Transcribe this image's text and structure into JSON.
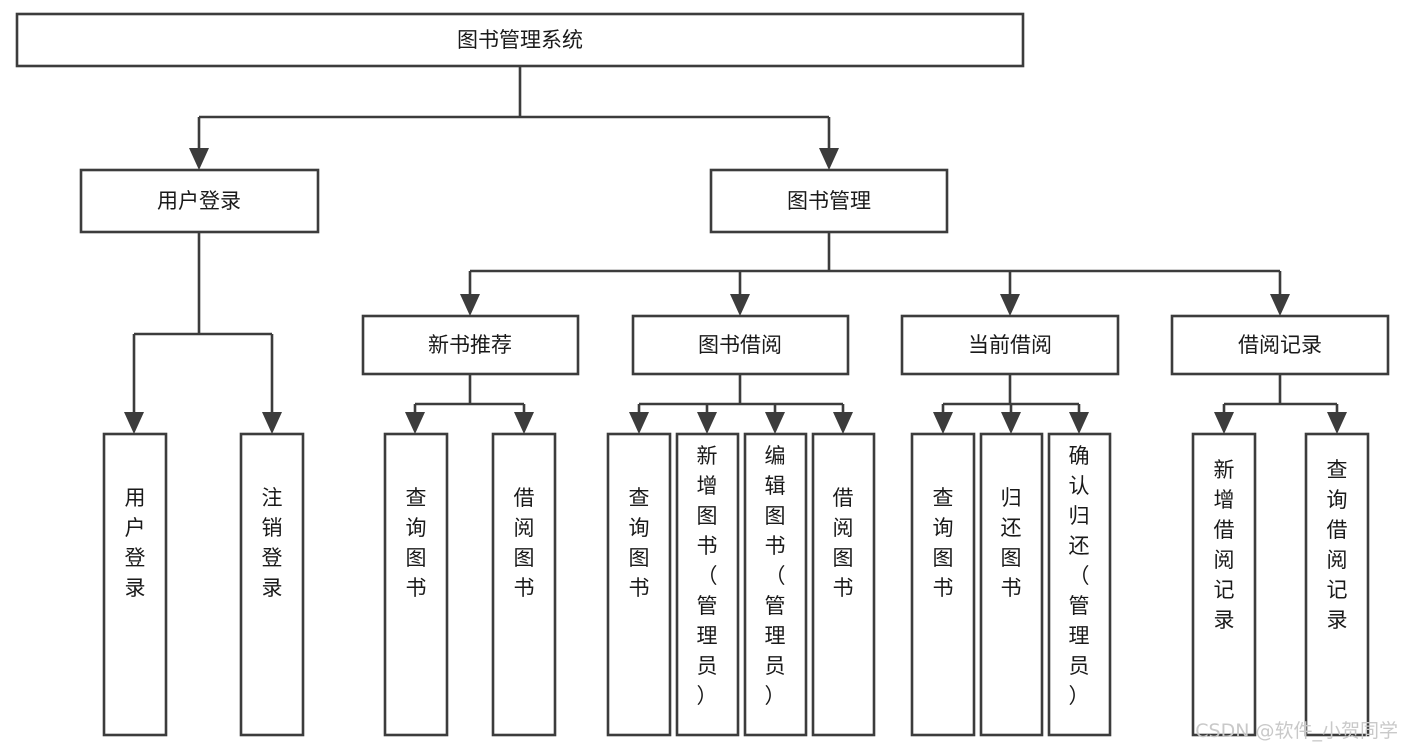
{
  "diagram": {
    "type": "tree-hierarchy",
    "title": "图书管理系统",
    "orientation": "top-down",
    "colors": {
      "box_fill": "#ffffff",
      "box_stroke": "#3c3c3c",
      "text": "#1a1a1a",
      "background": "#ffffff",
      "watermark": "#c9c9c9"
    },
    "root": {
      "label": "图书管理系统",
      "name": "root-node"
    },
    "level2": [
      {
        "label": "用户登录",
        "name": "node-user-login"
      },
      {
        "label": "图书管理",
        "name": "node-book-management"
      }
    ],
    "level3": [
      {
        "label": "新书推荐",
        "name": "node-new-book-recommend"
      },
      {
        "label": "图书借阅",
        "name": "node-book-borrow"
      },
      {
        "label": "当前借阅",
        "name": "node-current-borrow"
      },
      {
        "label": "借阅记录",
        "name": "node-borrow-record"
      }
    ],
    "leaves": {
      "user_login": [
        {
          "label": "用户登录",
          "name": "leaf-user-login"
        },
        {
          "label": "注销登录",
          "name": "leaf-logout"
        }
      ],
      "new_book_recommend": [
        {
          "label": "查询图书",
          "name": "leaf-query-book-1"
        },
        {
          "label": "借阅图书",
          "name": "leaf-borrow-book-1"
        }
      ],
      "book_borrow": [
        {
          "label": "查询图书",
          "name": "leaf-query-book-2"
        },
        {
          "label": "新增图书（管理员）",
          "name": "leaf-add-book-admin"
        },
        {
          "label": "编辑图书（管理员）",
          "name": "leaf-edit-book-admin"
        },
        {
          "label": "借阅图书",
          "name": "leaf-borrow-book-2"
        }
      ],
      "current_borrow": [
        {
          "label": "查询图书",
          "name": "leaf-query-book-3"
        },
        {
          "label": "归还图书",
          "name": "leaf-return-book"
        },
        {
          "label": "确认归还（管理员）",
          "name": "leaf-confirm-return-admin"
        }
      ],
      "borrow_record": [
        {
          "label": "新增借阅记录",
          "name": "leaf-add-borrow-record"
        },
        {
          "label": "查询借阅记录",
          "name": "leaf-query-borrow-record"
        }
      ]
    }
  },
  "watermark": {
    "text": "CSDN @软件_小贺同学"
  }
}
